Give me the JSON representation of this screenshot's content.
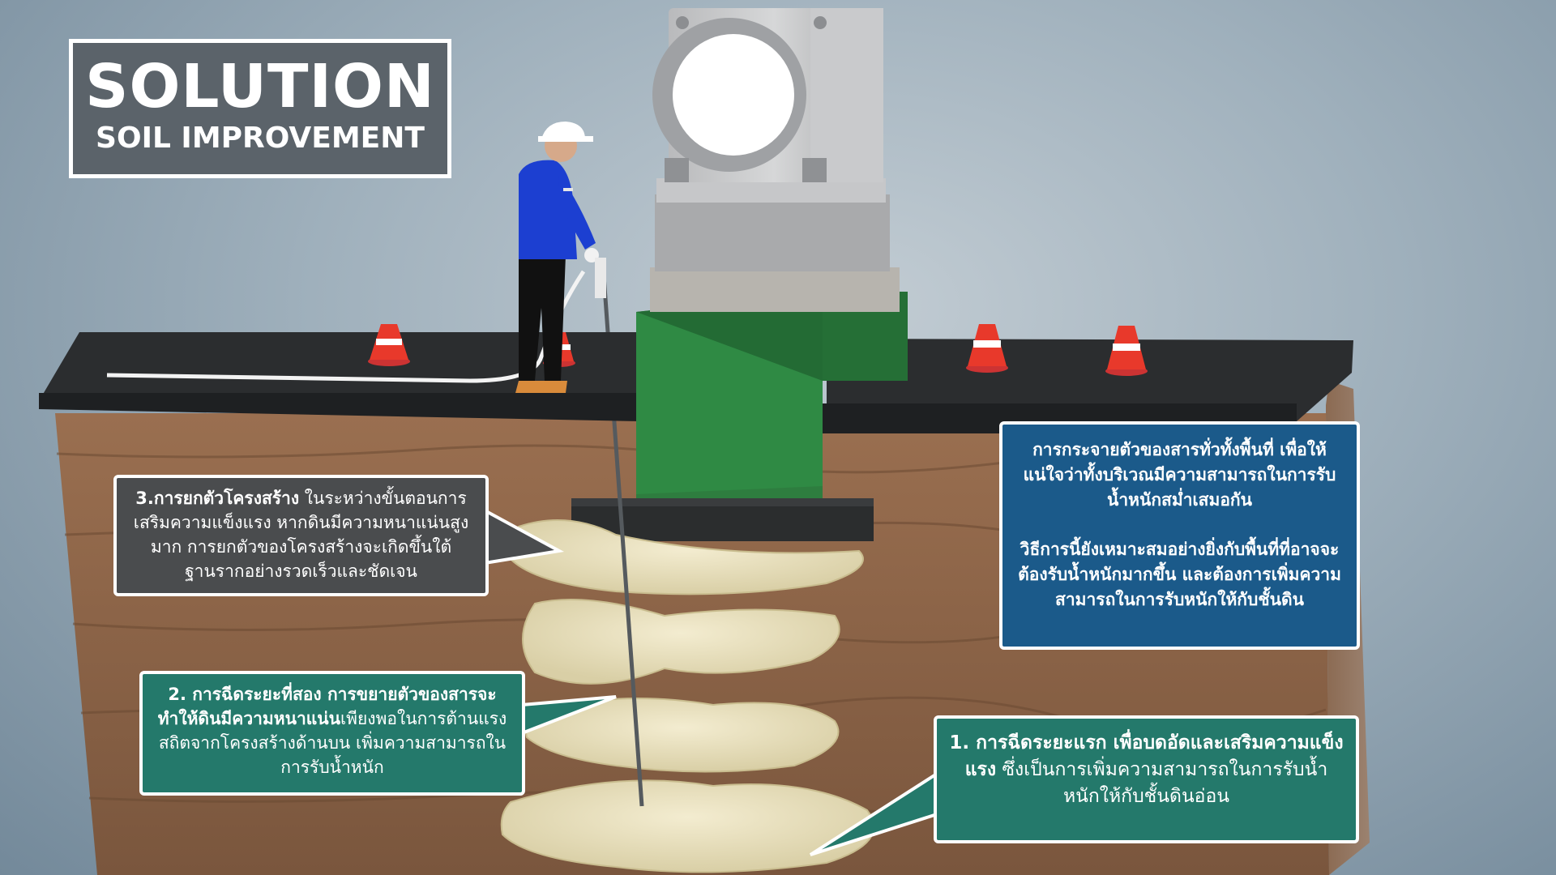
{
  "title": {
    "main": "SOLUTION",
    "sub": "SOIL IMPROVEMENT"
  },
  "callouts": {
    "step3": {
      "bold": "3.การยกตัวโครงสร้าง",
      "text": " ในระหว่างขั้นตอนการเสริมความแข็งแรง หากดินมีความหนาแน่นสูงมาก การยกตัวของโครงสร้างจะเกิดขึ้นใต้ฐานรากอย่างรวดเร็วและชัดเจน"
    },
    "step2": {
      "bold": "2. การฉีดระยะที่สอง การขยายตัวของสารจะทำให้ดินมีความหนาแน่น",
      "text": "เพียงพอในการต้านแรงสถิตจากโครงสร้างด้านบน เพิ่มความสามารถในการรับน้ำหนัก"
    },
    "step1": {
      "bold": "1. การฉีดระยะแรก เพื่อบดอัดและเสริมความแข็งแรง",
      "text": " ซึ่งเป็นการเพิ่มความสามารถในการรับน้ำหนักให้กับชั้นดินอ่อน"
    },
    "info": {
      "p1": "การกระจายตัวของสารทั่วทั้งพื้นที่ เพื่อให้แน่ใจว่าทั้งบริเวณมีความสามารถในการรับน้ำหนักสม่ำเสมอกัน",
      "p2": "วิธีการนี้ยังเหมาะสมอย่างยิ่งกับพื้นที่ที่อาจจะต้องรับน้ำหนักมากขึ้น และต้องการเพิ่มความสามารถในการรับหนักให้กับชั้นดิน"
    }
  },
  "colors": {
    "gray_box": "#4a4c4e",
    "green_box": "#24796b",
    "blue_box": "#1b5a8a",
    "foundation_green": "#2e7d3f",
    "soil": "#8a6346",
    "grout": "#ede4c2"
  }
}
